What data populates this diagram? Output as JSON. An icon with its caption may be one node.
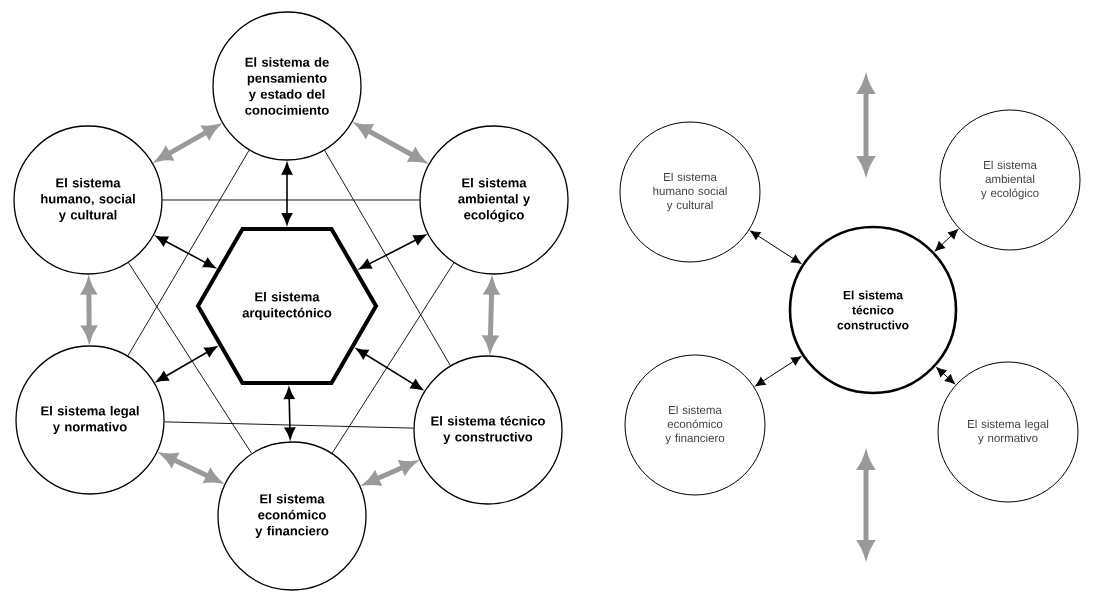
{
  "diagram": {
    "nodes": [
      {
        "text": [
          "El sistema de pensamiento y estado del conocimiento"
        ]
      },
      {
        "text": [
          "El sistema humano, social y cultural"
        ]
      },
      {
        "text": [
          "El sistema ambiental y ecológico"
        ]
      },
      {
        "text": [
          "El sistema arquitectónico"
        ]
      },
      {
        "text": [
          "El sistema legal y normativo"
        ]
      },
      {
        "text": [
          "El sistema técnico y constructivo"
        ]
      },
      {
        "text": [
          "El sistema económico y financiero"
        ]
      },
      {
        "text": [
          "El sistema humano social y cultural"
        ]
      },
      {
        "text": [
          "El sistema ambiental y ecológico"
        ]
      },
      {
        "text": [
          "El sistema técnico constructivo"
        ]
      },
      {
        "text": [
          "El sistema económico y financiero"
        ]
      },
      {
        "text": [
          "El sistema legal y normativo"
        ]
      }
    ],
    "edges": [
      {
        "from": 0,
        "to": 4,
        "arrow": "none"
      },
      {
        "from": 0,
        "to": 5,
        "arrow": "none"
      },
      {
        "from": 4,
        "to": 5,
        "arrow": "none"
      },
      {
        "from": 1,
        "to": 2,
        "arrow": "none"
      },
      {
        "from": 1,
        "to": 6,
        "arrow": "none"
      },
      {
        "from": 2,
        "to": 6,
        "arrow": "none"
      },
      {
        "from": 0,
        "to": 1,
        "arrow": "both",
        "style": "thick",
        "color": "#9a9a9a"
      },
      {
        "from": 0,
        "to": 2,
        "arrow": "both",
        "style": "thick",
        "color": "#9a9a9a"
      },
      {
        "from": 1,
        "to": 4,
        "arrow": "both",
        "style": "thick",
        "color": "#9a9a9a"
      },
      {
        "from": 2,
        "to": 5,
        "arrow": "both",
        "style": "thick",
        "color": "#9a9a9a"
      },
      {
        "from": 4,
        "to": 6,
        "arrow": "both",
        "style": "thick",
        "color": "#9a9a9a"
      },
      {
        "from": 6,
        "to": 5,
        "arrow": "both",
        "style": "thick",
        "color": "#9a9a9a"
      },
      {
        "from": 3,
        "to": 0,
        "arrow": "both"
      },
      {
        "from": 3,
        "to": 1,
        "arrow": "both"
      },
      {
        "from": 3,
        "to": 2,
        "arrow": "both"
      },
      {
        "from": 3,
        "to": 4,
        "arrow": "both"
      },
      {
        "from": 3,
        "to": 5,
        "arrow": "both"
      },
      {
        "from": 3,
        "to": 6,
        "arrow": "both"
      },
      {
        "from": 9,
        "to": 7,
        "arrow": "both"
      },
      {
        "from": 9,
        "to": 8,
        "arrow": "both"
      },
      {
        "from": 9,
        "to": 10,
        "arrow": "both"
      },
      {
        "from": 9,
        "to": 11,
        "arrow": "both"
      }
    ]
  }
}
